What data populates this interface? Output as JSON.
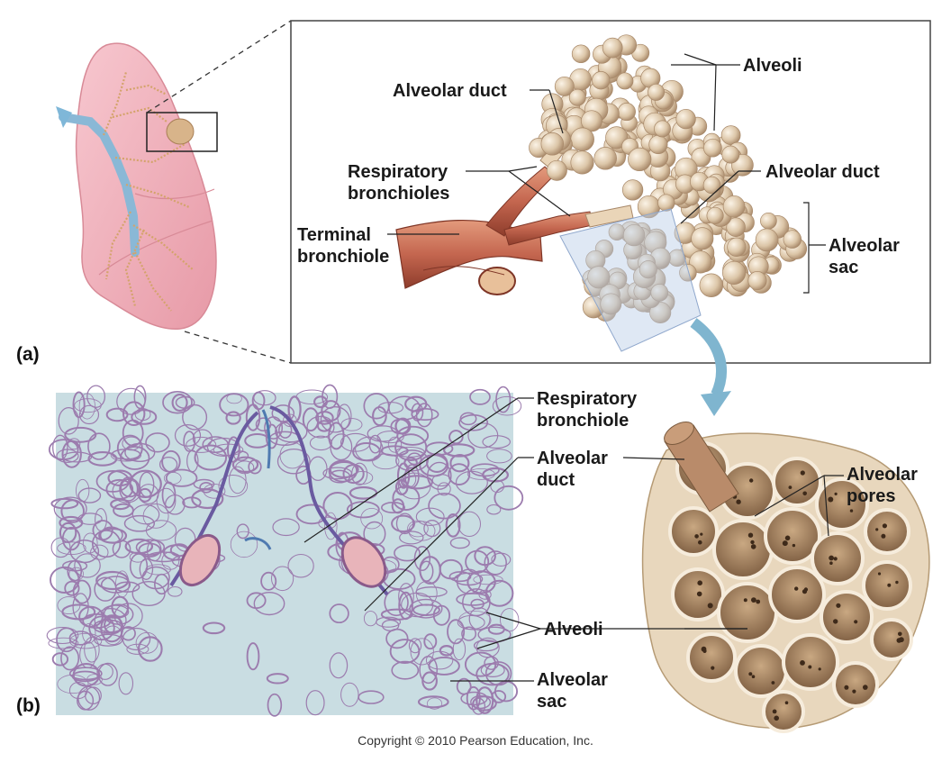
{
  "panels": {
    "a": "(a)",
    "b": "(b)"
  },
  "labels_a": {
    "alveoli": "Alveoli",
    "alveolar_duct_top": "Alveolar duct",
    "respiratory_bronchioles_1": "Respiratory",
    "respiratory_bronchioles_2": "bronchioles",
    "alveolar_duct_right": "Alveolar duct",
    "terminal_bronchiole_1": "Terminal",
    "terminal_bronchiole_2": "bronchiole",
    "alveolar_sac_1": "Alveolar",
    "alveolar_sac_2": "sac"
  },
  "labels_b": {
    "respiratory_bronchiole_1": "Respiratory",
    "respiratory_bronchiole_2": "bronchiole",
    "alveolar_duct_1": "Alveolar",
    "alveolar_duct_2": "duct",
    "alveolar_pores_1": "Alveolar",
    "alveolar_pores_2": "pores",
    "alveoli": "Alveoli",
    "alveolar_sac_1": "Alveolar",
    "alveolar_sac_2": "sac"
  },
  "copyright": "Copyright © 2010 Pearson Education, Inc.",
  "colors": {
    "lung": "#f2b3bd",
    "bronchus": "#8ab8d6",
    "alveolus": "#dcc6a8",
    "muscle": "#c4664f",
    "micrograph_bg": "#c9dde2",
    "tissue": "#9c7cae"
  }
}
